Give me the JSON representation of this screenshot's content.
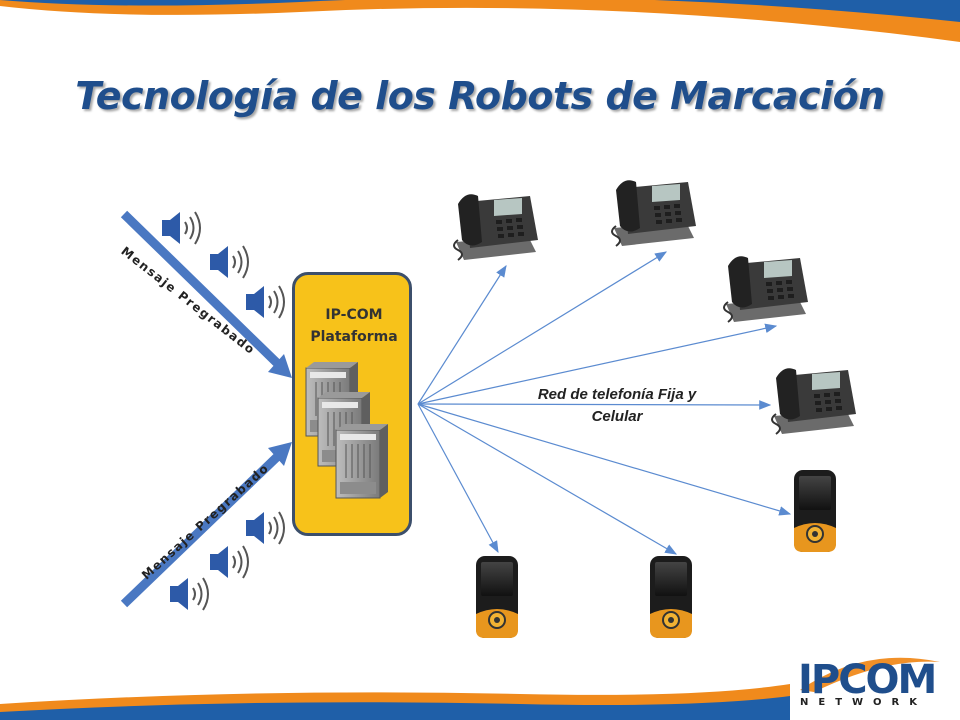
{
  "slide": {
    "title": "Tecnología de los Robots de Marcación",
    "platform_label": "IP-COM\nPlataforma",
    "network_label": "Red de telefonía Fija y\nCelular",
    "incoming_arrows": [
      {
        "label": "Mensaje Pregrabado"
      },
      {
        "label": "Mensaje Pregrabado"
      }
    ],
    "logo": {
      "brand": "IPCOM",
      "subtitle": "NETWORK"
    },
    "icons": {
      "speaker": "speaker-sound-icon",
      "server": "server-rack-icon",
      "desk_phone": "desk-phone-icon",
      "mobile_phone": "mobile-phone-icon"
    },
    "colors": {
      "title": "#1f4e8c",
      "banner_blue": "#1f5fa8",
      "banner_orange": "#f08a1c",
      "arrow_blue": "#4a78c2",
      "platform_fill": "#f7c21a",
      "platform_border": "#3c4f6b",
      "connector": "#5b8bd0"
    }
  }
}
